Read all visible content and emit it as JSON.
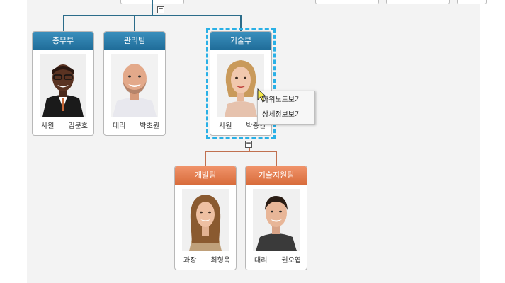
{
  "colors": {
    "header_blue": "#1f6c98",
    "header_orange": "#d86c3b",
    "line_blue": "#2b6c8a",
    "line_orange": "#c0704f",
    "selection": "#29b0e6"
  },
  "toggles": {
    "root": "−",
    "tech": "−"
  },
  "nodes": {
    "general": {
      "title": "총무부",
      "rank": "사원",
      "name": "김문호",
      "photo": "avatar-man-glasses-icon"
    },
    "admin": {
      "title": "관리팀",
      "rank": "대리",
      "name": "박초원",
      "photo": "avatar-bald-man-icon"
    },
    "tech": {
      "title": "기술부",
      "rank": "사원",
      "name": "박종연",
      "photo": "avatar-blonde-woman-icon"
    },
    "dev": {
      "title": "개발팀",
      "rank": "과장",
      "name": "최형욱",
      "photo": "avatar-brunette-woman-icon"
    },
    "support": {
      "title": "기술지원팀",
      "rank": "대리",
      "name": "권오엽",
      "photo": "avatar-dark-hair-man-icon"
    }
  },
  "context_menu": {
    "items": [
      "하위노드보기",
      "상세정보보기"
    ]
  }
}
